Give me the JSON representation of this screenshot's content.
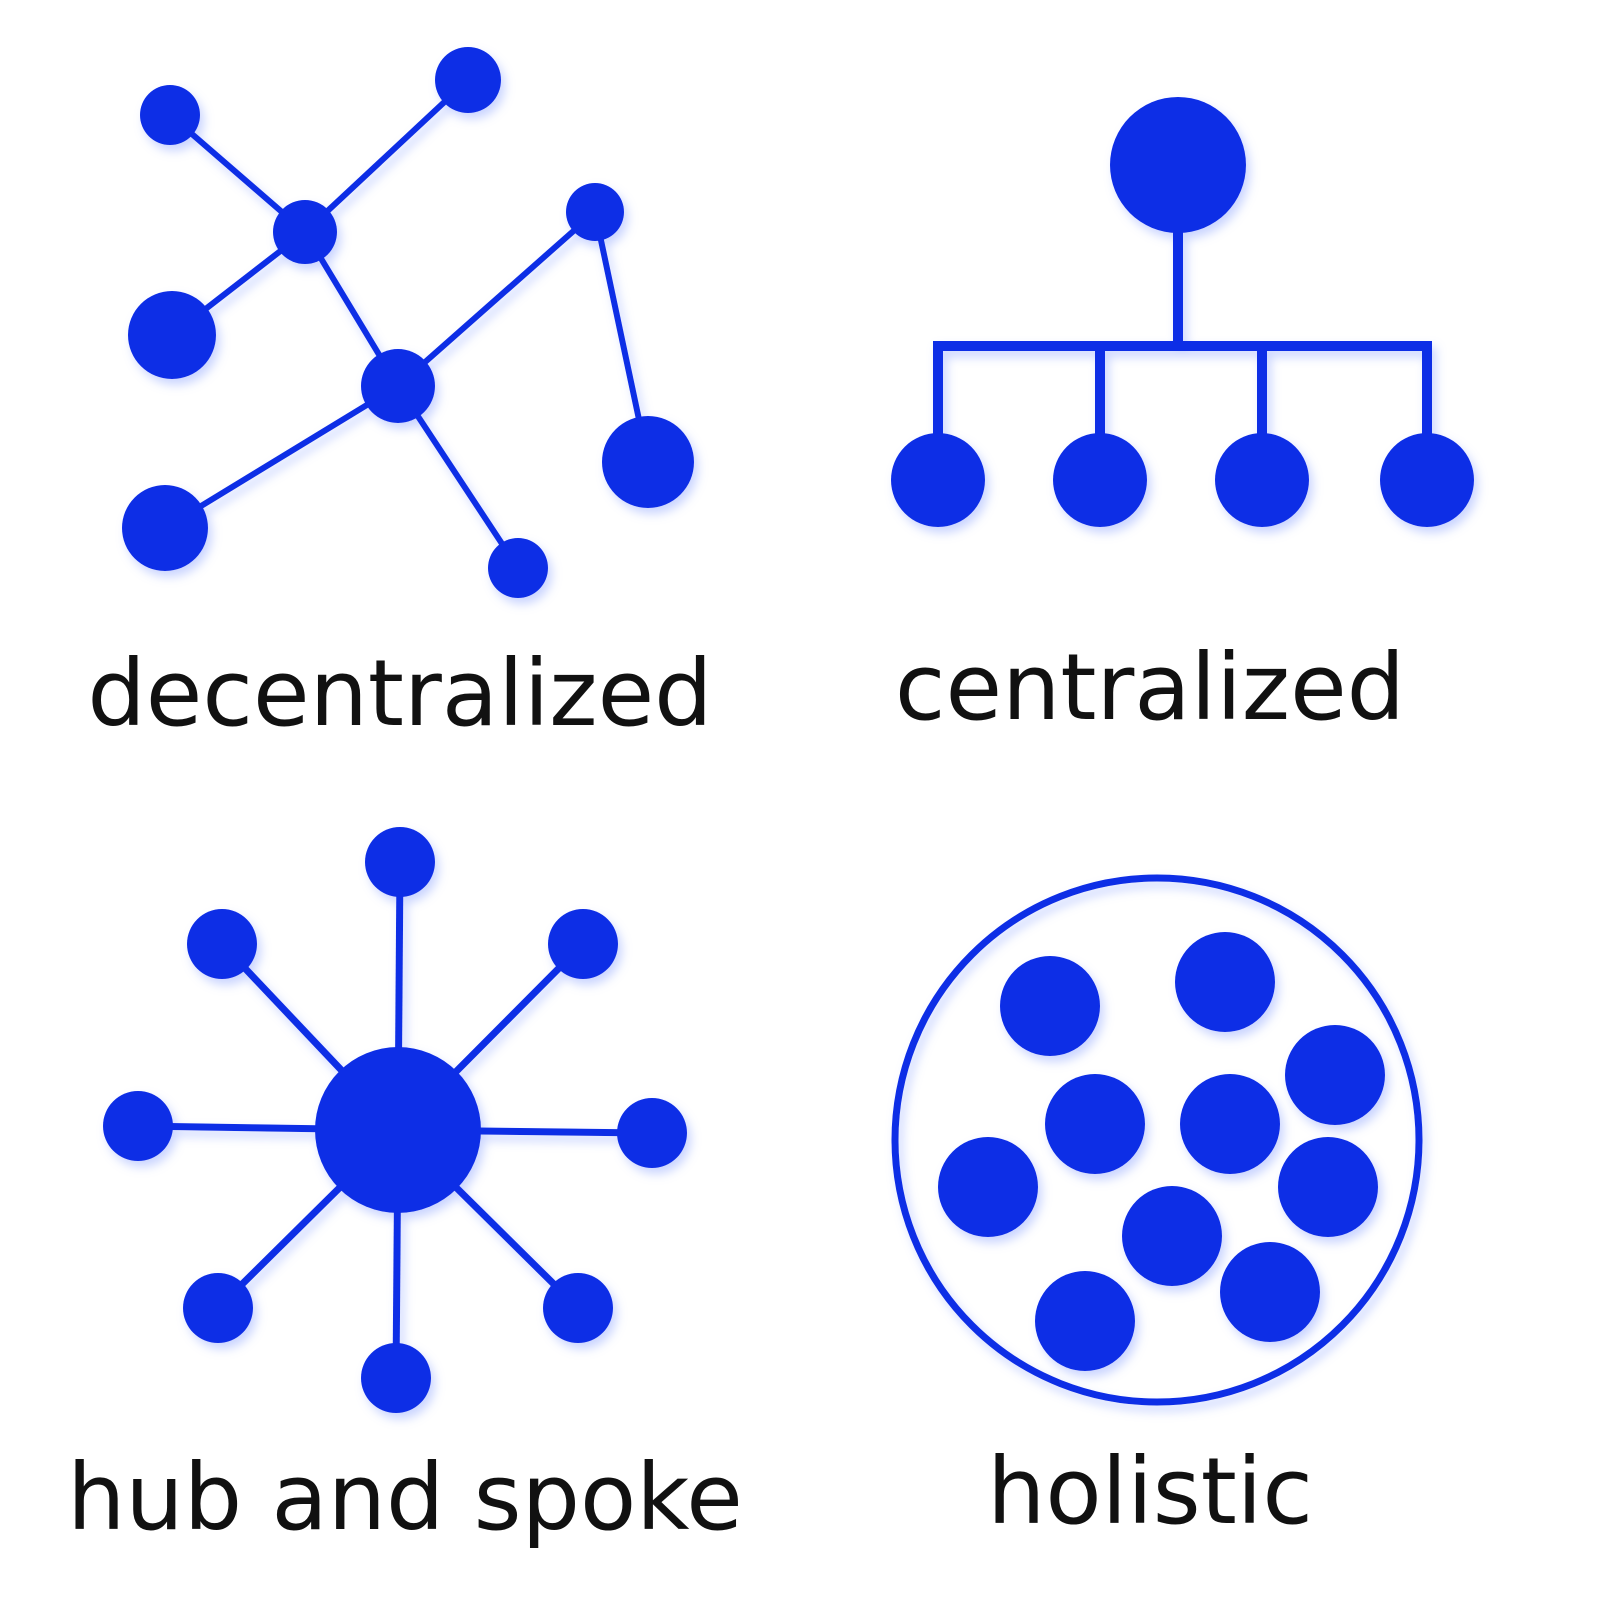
{
  "colors": {
    "accent": "#0a2ee6",
    "text": "#111111",
    "background": "#ffffff"
  },
  "panels": [
    {
      "id": "decentralized",
      "label": "decentralized"
    },
    {
      "id": "centralized",
      "label": "centralized"
    },
    {
      "id": "hub",
      "label": "hub and spoke"
    },
    {
      "id": "holistic",
      "label": "holistic"
    }
  ]
}
